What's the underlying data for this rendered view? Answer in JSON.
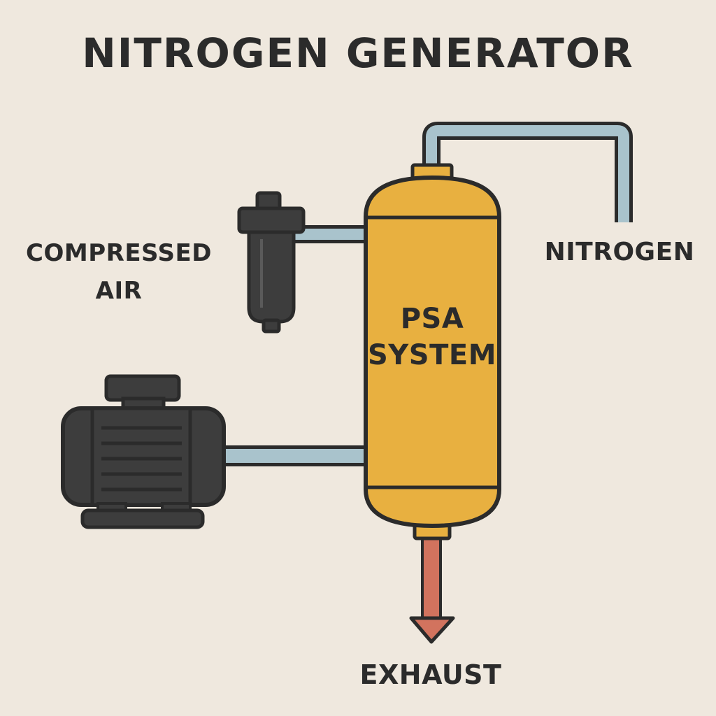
{
  "title": "NITROGEN GENERATOR",
  "labels": {
    "compressed_air_line1": "COMPRESSED",
    "compressed_air_line2": "AIR",
    "nitrogen": "NITROGEN",
    "psa_line1": "PSA",
    "psa_line2": "SYSTEM",
    "exhaust": "EXHAUST"
  },
  "components": {
    "compressor_icon": "air-compressor-motor-icon",
    "filter_icon": "air-filter-icon",
    "tank_icon": "psa-vessel-icon",
    "exhaust_arrow_icon": "down-arrow-icon"
  },
  "colors": {
    "background": "#efe8de",
    "outline": "#2b2b2b",
    "tank": "#e8b040",
    "pipe": "#a9c3cc",
    "exhaust_pipe": "#d2735e",
    "machine": "#3d3d3d"
  }
}
